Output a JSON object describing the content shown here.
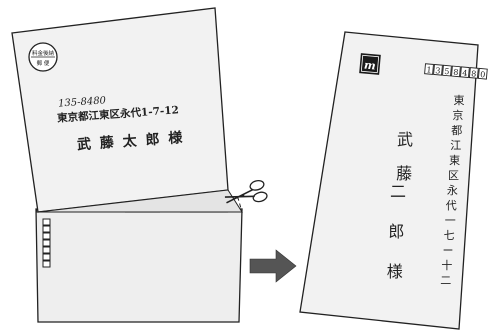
{
  "left_envelope": {
    "stamp_line1": "料金後納",
    "stamp_line2": "郵 便",
    "postal_code": "135-8480",
    "address": "東京都江東区永代1-7-12",
    "recipient": "武 藤 太 郎 様"
  },
  "right_postcard": {
    "logo_text": "m",
    "postal_digits": [
      "1",
      "3",
      "5",
      "8",
      "4",
      "8",
      "0"
    ],
    "address_chars": [
      "東",
      "京",
      "都",
      "江",
      "東",
      "区",
      "永",
      "代",
      "一",
      "七",
      "ー",
      "十",
      "二"
    ],
    "name_col1": [
      "武",
      "藤"
    ],
    "name_col2": [
      "二",
      "郎",
      "様"
    ]
  },
  "illustration": {
    "tool": "scissors-icon",
    "direction": "arrow-right-icon"
  }
}
